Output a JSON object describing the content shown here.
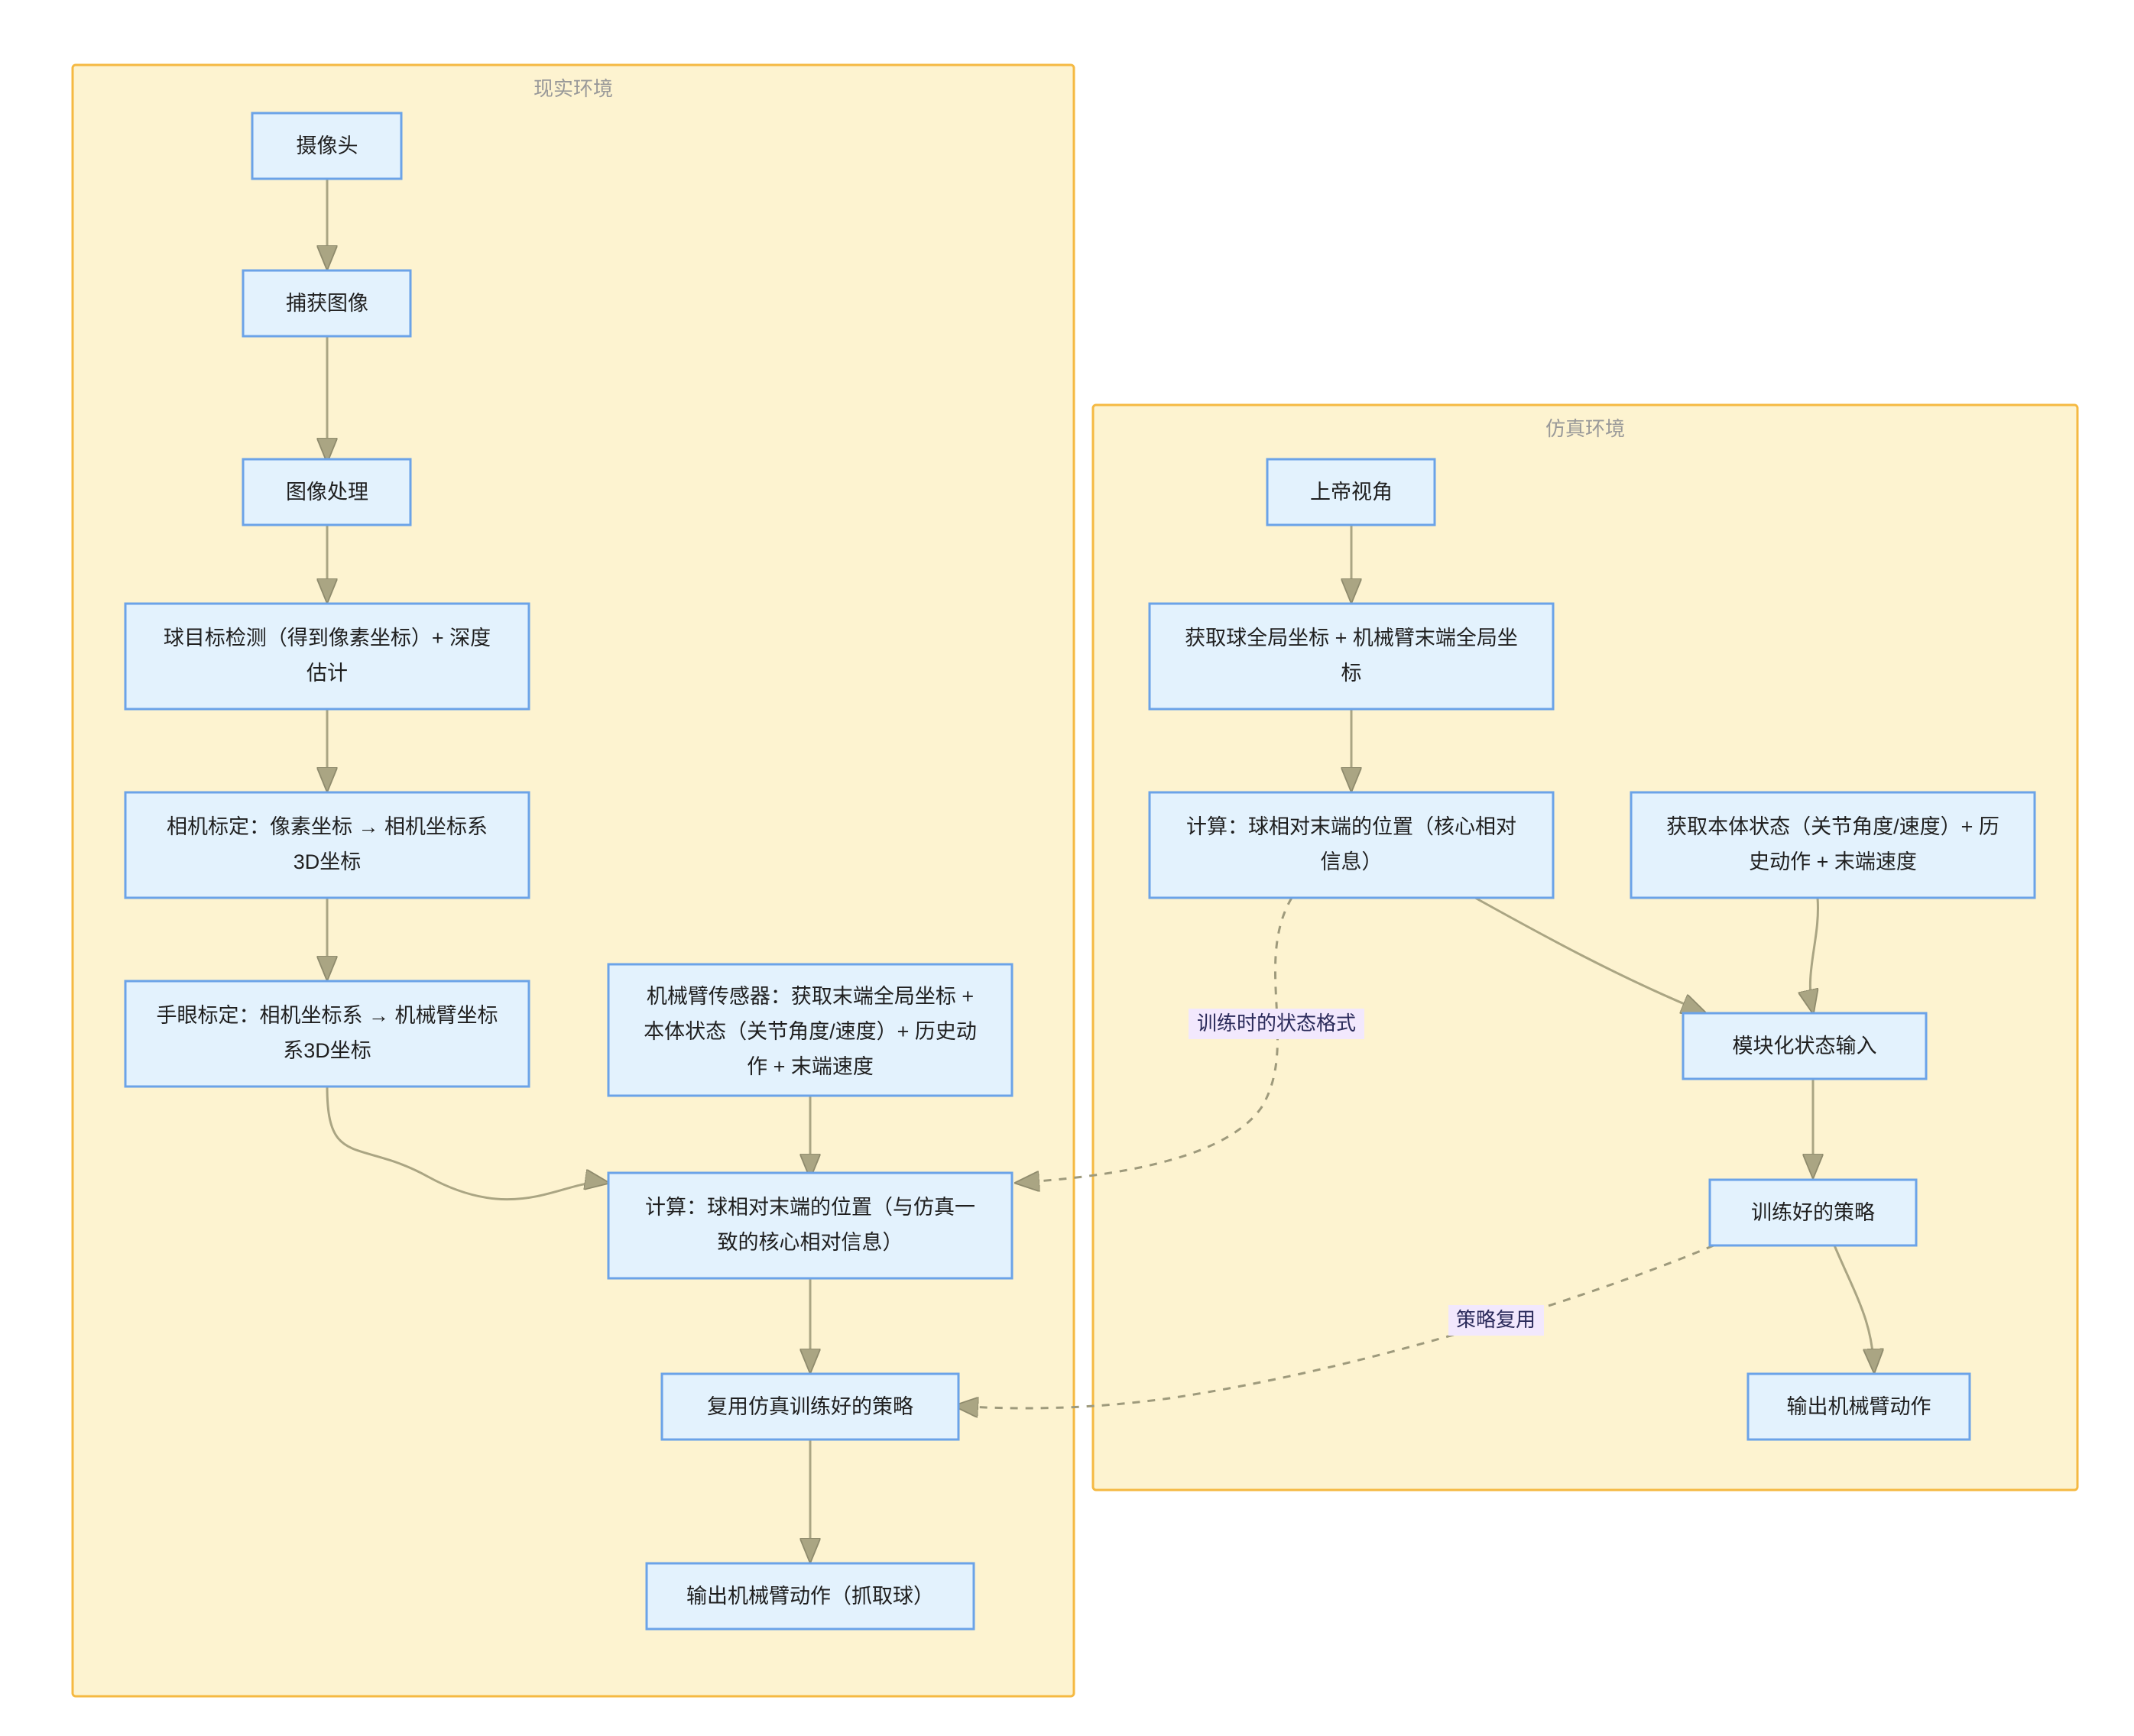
{
  "diagram": {
    "type": "flowchart",
    "title": "",
    "background_color": "#ffffff",
    "cluster_fill": "#fdf3d0",
    "cluster_stroke": "#f5b942",
    "node_fill": "#e3f2fd",
    "node_stroke": "#6ba3e8",
    "edge_color": "#aaa583",
    "edge_label_bg": "#f2e8fd",
    "edge_label_color": "#2a2a5a"
  },
  "clusters": [
    {
      "id": "real",
      "title": "现实环境"
    },
    {
      "id": "sim",
      "title": "仿真环境"
    }
  ],
  "nodes": {
    "camera": {
      "label": "摄像头"
    },
    "capture": {
      "label": "捕获图像"
    },
    "imgproc": {
      "label": "图像处理"
    },
    "balldetect": {
      "line1": "球目标检测（得到像素坐标）+ 深度",
      "line2": "估计"
    },
    "camcalib": {
      "line1": "相机标定：像素坐标 → 相机坐标系",
      "line2": "3D坐标"
    },
    "handeye": {
      "line1": "手眼标定：相机坐标系 → 机械臂坐标",
      "line2": "系3D坐标"
    },
    "armsensor": {
      "line1": "机械臂传感器：获取末端全局坐标 +",
      "line2": "本体状态（关节角度/速度）+ 历史动",
      "line3": "作 + 末端速度"
    },
    "realcompute": {
      "line1": "计算：球相对末端的位置（与仿真一",
      "line2": "致的核心相对信息）"
    },
    "reusepolicy": {
      "label": "复用仿真训练好的策略"
    },
    "realoutput": {
      "label": "输出机械臂动作（抓取球）"
    },
    "godview": {
      "label": "上帝视角"
    },
    "globalcoord": {
      "line1": "获取球全局坐标 + 机械臂末端全局坐",
      "line2": "标"
    },
    "simcompute": {
      "line1": "计算：球相对末端的位置（核心相对",
      "line2": "信息）"
    },
    "bodystate": {
      "line1": "获取本体状态（关节角度/速度）+ 历",
      "line2": "史动作 + 末端速度"
    },
    "modularstate": {
      "label": "模块化状态输入"
    },
    "trainedpolicy": {
      "label": "训练好的策略"
    },
    "simoutput": {
      "label": "输出机械臂动作"
    }
  },
  "edge_labels": {
    "state_format": "训练时的状态格式",
    "policy_reuse": "策略复用"
  }
}
